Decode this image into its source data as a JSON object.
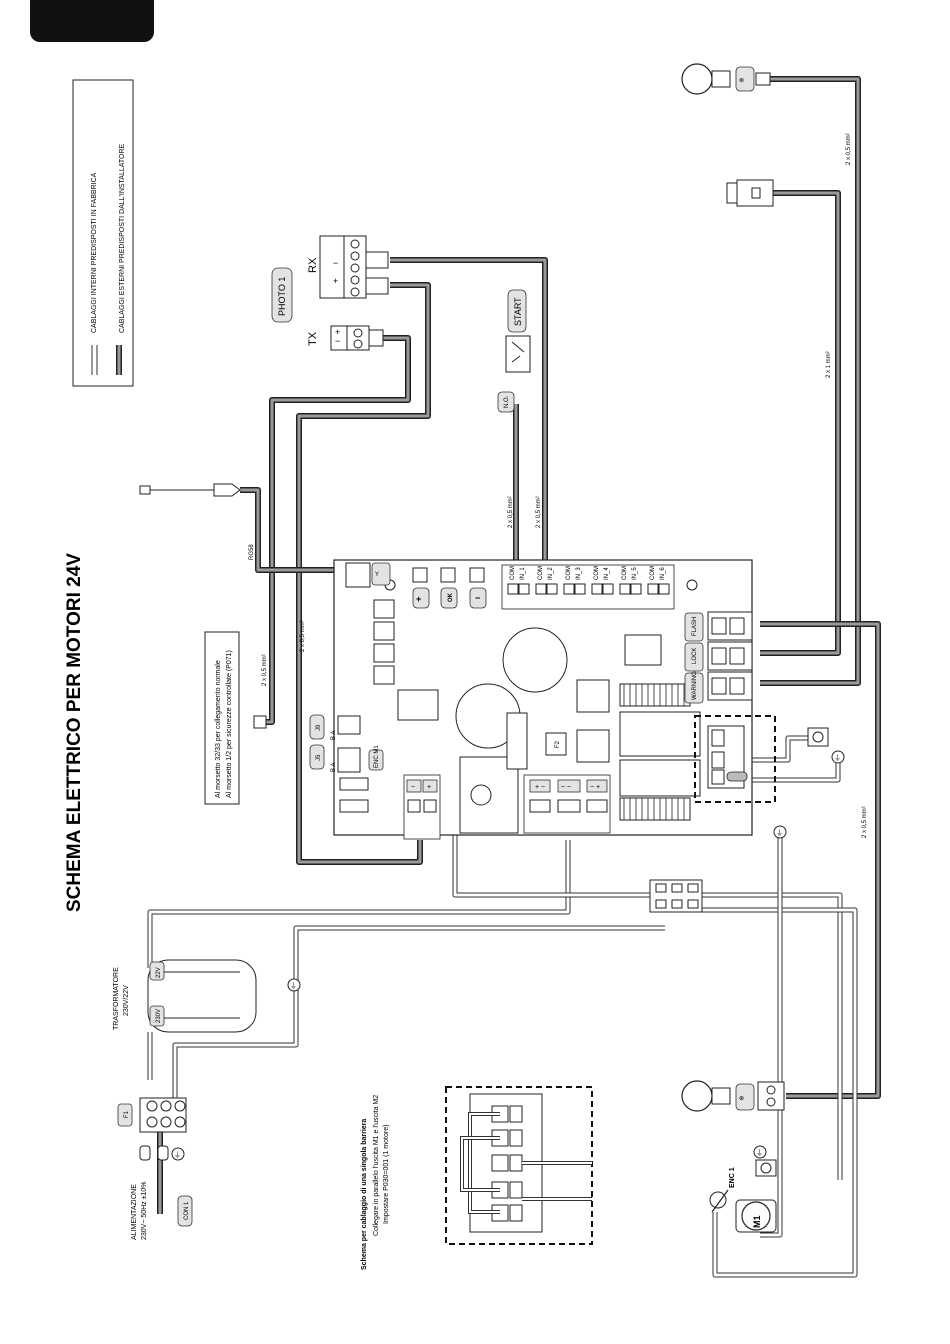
{
  "title": "SCHEMA ELETTRICO PER MOTORI 24V",
  "legend": {
    "internal_wiring": "CABLAGGI INTERNI PREDISPOSTI IN FABBRICA",
    "external_wiring": "CABLAGGI ESTERNI PREDISPOSTI DALL'INSTALLATORE"
  },
  "devices": {
    "photo_label": "PHOTO 1",
    "rx_label": "RX",
    "tx_label": "TX",
    "start_label": "START",
    "no_label": "N.O.",
    "antenna_label": "RG58",
    "flash_label": "FLASH",
    "lock_label": "LOCK",
    "warning_label": "WARNING",
    "transformer_title": "TRASFORMATORE",
    "transformer_rating": "230V/22V",
    "tr_22v": "22V",
    "tr_230v": "230V",
    "supply_title": "ALIMENTAZIONE",
    "supply_rating": "230V~ 50Hz ±10%",
    "fuse_label": "F1",
    "con_label": "CON 1",
    "enc_label": "ENC 1",
    "motor_label": "M1",
    "f2_label": "F2",
    "j5_label": "J5",
    "j9_label": "J9",
    "enc_m1": "ENC M1",
    "ba_label": "B A",
    "ok_label": "OK"
  },
  "inputs": [
    "COM",
    "IN_1",
    "COM",
    "IN_2",
    "COM",
    "IN_3",
    "COM",
    "IN_4",
    "COM",
    "IN_5",
    "COM",
    "IN_6"
  ],
  "cable_specs": {
    "c05": "2 x 0,5 mm²",
    "c1": "2 x 1 mm²"
  },
  "note": {
    "line1": "Al morsetto 32/33 per collegamento normale",
    "line2": "Al morsetto 1/2 per sicurezze controllate (P071)"
  },
  "barrier": {
    "title": "Schema per cablaggio di una singola barriera",
    "line1": "Collegare in parallelo l'uscita M1 e l'uscita M2",
    "line2": "Impostare P030=001 (1 motore)"
  }
}
